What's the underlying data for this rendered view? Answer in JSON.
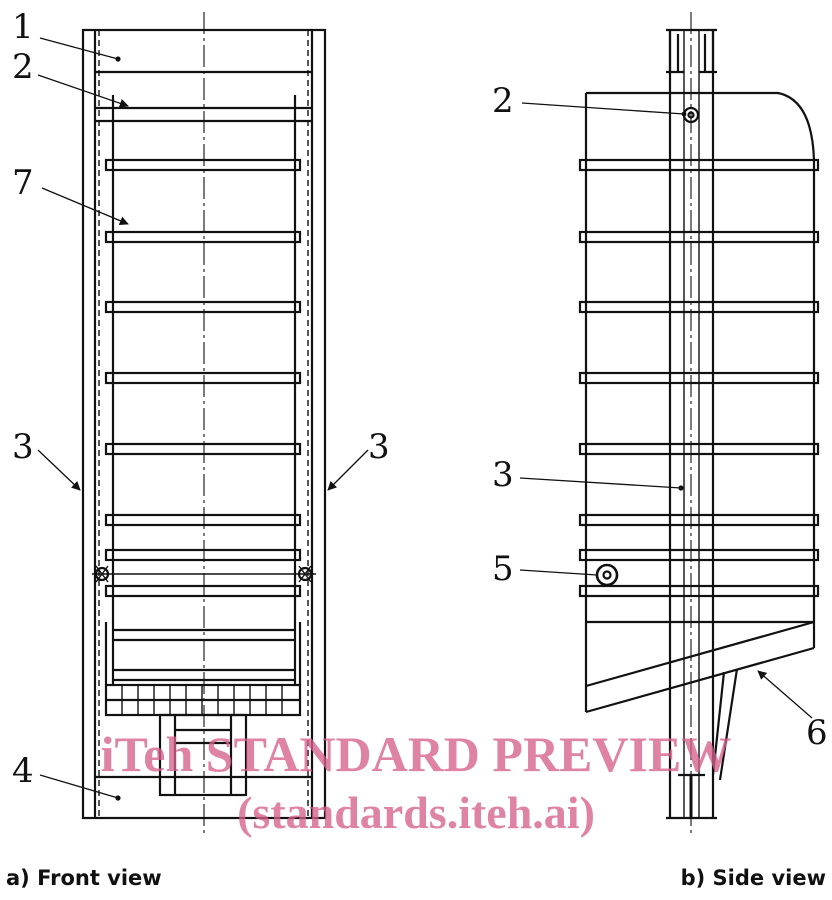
{
  "diagram": {
    "callouts_front": {
      "c1": "1",
      "c2": "2",
      "c7": "7",
      "c3_left": "3",
      "c3_right": "3",
      "c4": "4"
    },
    "callouts_side": {
      "c2": "2",
      "c3": "3",
      "c5": "5",
      "c6": "6"
    },
    "captions": {
      "front": "a) Front view",
      "side": "b) Side view"
    }
  },
  "watermark": {
    "line1": "iTeh STANDARD PREVIEW",
    "line2": "(standards.iteh.ai)",
    "color": "#d6608c"
  },
  "colors": {
    "line": "#111111",
    "background": "#ffffff"
  }
}
